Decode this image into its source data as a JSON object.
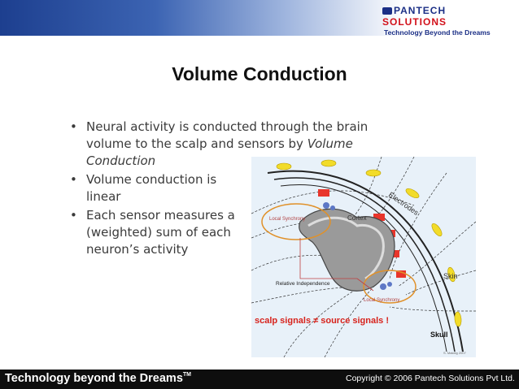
{
  "header": {
    "logo_left": "PANTECH",
    "logo_right": "SOLUTIONS",
    "tagline": "Technology Beyond the Dreams"
  },
  "slide": {
    "title": "Volume Conduction",
    "bullet1_prefix": "Neural activity is conducted through the brain volume to the scalp and sensors by ",
    "bullet1_italic": "Volume Conduction",
    "bullet2": "Volume conduction is linear",
    "bullet3": "Each sensor measures a (weighted) sum of each neuron’s activity"
  },
  "figure": {
    "label_electrodes": "Electrodes",
    "label_cortex": "Cortex",
    "label_skin": "Skin",
    "label_skull": "Skull",
    "label_local_synchrony_1": "Local Synchrony",
    "label_local_synchrony_2": "Local Synchrony",
    "label_relative_independence": "Relative Independence",
    "caption": "scalp signals ≠ source signals !",
    "credit": "S. Makeig 2007"
  },
  "footer": {
    "left_text": "Technology beyond the Dreams",
    "trademark": "TM",
    "right_text": "Copyright © 2006 Pantech Solutions Pvt Ltd."
  },
  "colors": {
    "brand_blue": "#1b2f86",
    "brand_red": "#d2111a",
    "electrode_red": "#e8352b",
    "footer_bg": "#0e0e0e"
  }
}
